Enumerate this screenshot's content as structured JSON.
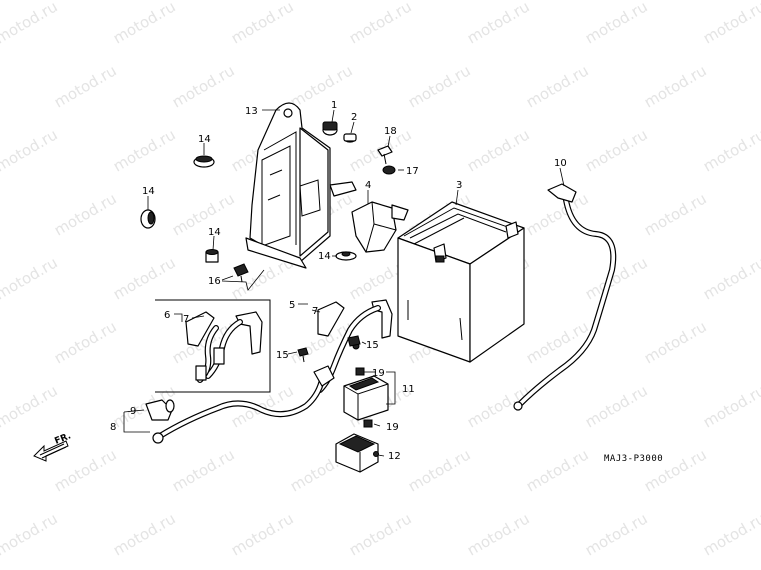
{
  "watermark": "motod.ru",
  "diagram_code": "MAJ3-P3000",
  "front_marker": "FR.",
  "callouts": [
    "1",
    "2",
    "3",
    "4",
    "5",
    "6",
    "7",
    "7",
    "8",
    "9",
    "10",
    "11",
    "12",
    "13",
    "14",
    "14",
    "14",
    "14",
    "15",
    "15",
    "16",
    "17",
    "18",
    "19",
    "19"
  ]
}
